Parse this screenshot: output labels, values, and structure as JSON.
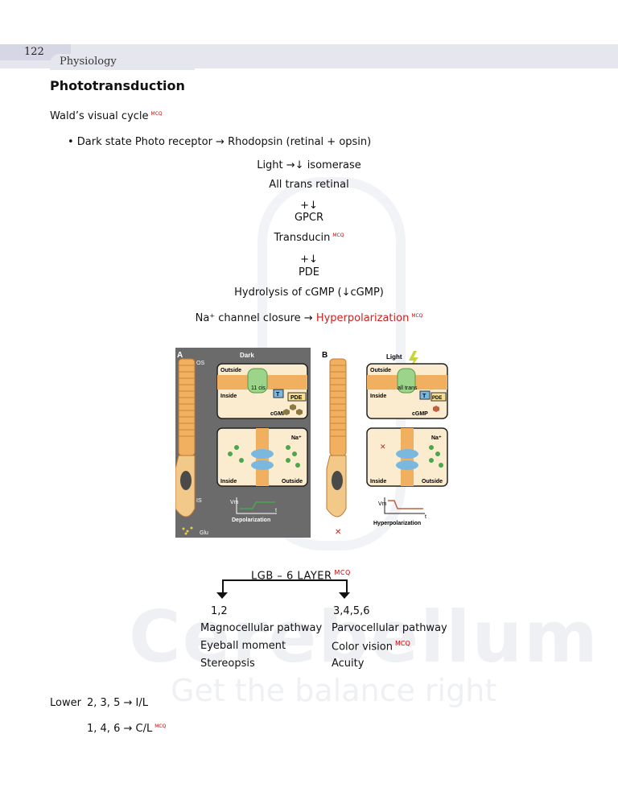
{
  "header": {
    "page_number": "122",
    "chapter": "Physiology"
  },
  "title": "Phototransduction",
  "walds_cycle": "Wald’s visual cycle",
  "mcq_tag": "MCQ",
  "bullet_dark_state": "• Dark state Photo receptor → Rhodopsin (retinal + opsin)",
  "cascade": {
    "light_isomerase": "Light →↓ isomerase",
    "all_trans": "All trans retinal",
    "plus_down_1": "+↓",
    "gpcr": "GPCR",
    "transducin": "Transducin",
    "plus_down_2": "+↓",
    "pde": "PDE",
    "hydrolysis": "Hydrolysis of cGMP (↓cGMP)",
    "na_closure": "Na⁺ channel closure →",
    "hyperpolarization": "Hyperpolarization"
  },
  "figure": {
    "panel_a": "A",
    "panel_b": "B",
    "dark": "Dark",
    "light": "Light",
    "os": "OS",
    "is": "IS",
    "outside": "Outside",
    "inside": "Inside",
    "eleven_cis": "11 cis",
    "all_trans": "all trans",
    "t": "T",
    "pde": "PDE",
    "cgmp": "cGMP",
    "na": "Na⁺",
    "vm": "Vm",
    "t_axis": "t",
    "depolarization": "Depolarization",
    "hyperpolarization": "Hyperpolarization",
    "glu": "Glu"
  },
  "lgb": {
    "title": "LGB – 6 LAYER",
    "left_layers": "1,2",
    "right_layers": "3,4,5,6",
    "left_items": [
      "Magnocellular pathway",
      "Eyeball moment",
      "Stereopsis"
    ],
    "right_items": [
      "Parvocellular pathway",
      "Color vision",
      "Acuity"
    ]
  },
  "lower": {
    "label": "Lower",
    "line1": "2, 3, 5 → I/L",
    "line2": "1, 4, 6 → C/L"
  },
  "watermark": {
    "brand": "Cerebellum",
    "tagline": "Get the balance right"
  }
}
